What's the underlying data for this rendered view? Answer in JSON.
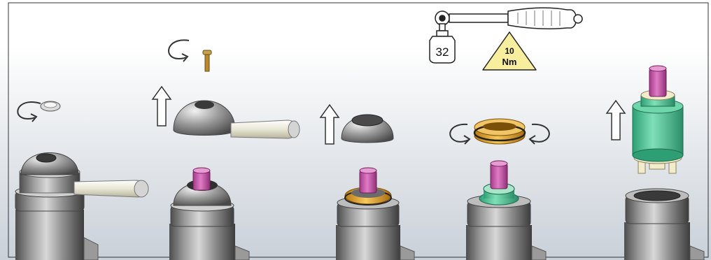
{
  "diagram": {
    "steps": [
      {
        "id": 1,
        "action": "unscrew-cap"
      },
      {
        "id": 2,
        "action": "remove-screw-lift-handle"
      },
      {
        "id": 3,
        "action": "lift-dome-cap"
      },
      {
        "id": 4,
        "action": "unscrew-retaining-nut"
      },
      {
        "id": 5,
        "action": "pull-cartridge"
      }
    ],
    "wrench": {
      "socket_size": "32"
    },
    "torque": {
      "value": "10",
      "unit": "Nm"
    },
    "colors": {
      "chrome": "#8f8f8f",
      "handle": "#e9e7d6",
      "stem": "#c34fa3",
      "ring": "#e2a62b",
      "cartridge": "#4fc79a",
      "cartridge_base": "#f2eccb",
      "warning": "#f7ee9e",
      "screw": "#b8892f"
    },
    "icons": [
      "rotate-arrow-icon",
      "up-arrow-icon",
      "wrench-icon",
      "torque-warning-icon"
    ]
  }
}
